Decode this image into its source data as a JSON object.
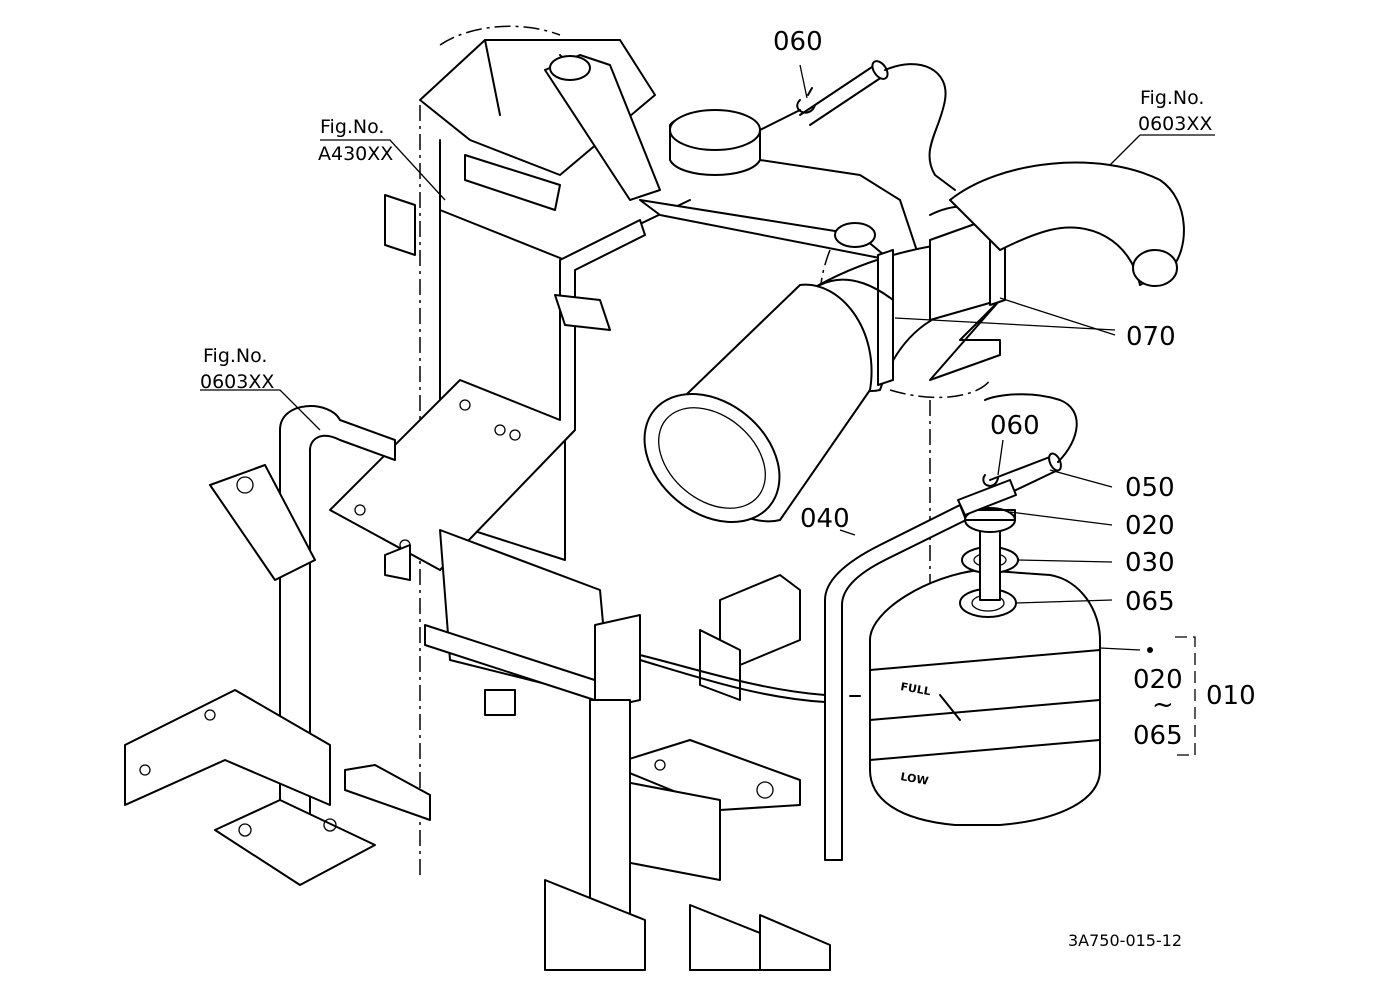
{
  "callouts": {
    "c060_top": "060",
    "c060_mid": "060",
    "c070": "070",
    "c050": "050",
    "c020": "020",
    "c030": "030",
    "c065": "065",
    "c040": "040",
    "c010": "010",
    "range_from": "020",
    "range_sep": "~",
    "range_to": "065"
  },
  "fig_refs": {
    "a430_label": "Fig.No.",
    "a430_code": "A430XX",
    "left_label": "Fig.No.",
    "left_code": "0603XX",
    "right_label": "Fig.No.",
    "right_code": "0603XX"
  },
  "tank": {
    "full_mark": "FULL",
    "low_mark": "LOW"
  },
  "drawing_code": "3A750-015-12"
}
